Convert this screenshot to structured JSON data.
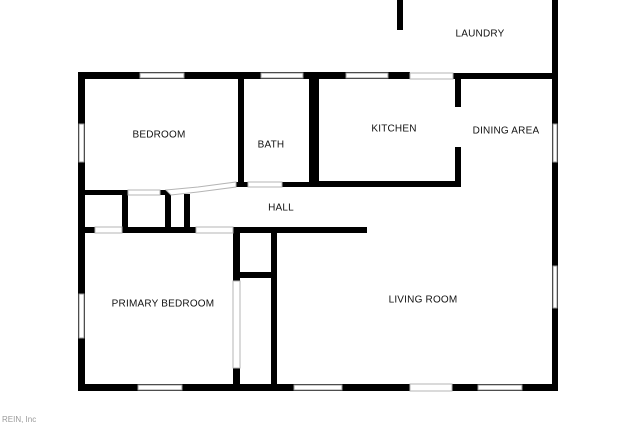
{
  "floor_plan": {
    "rooms": {
      "laundry": "LAUNDRY",
      "bedroom": "BEDROOM",
      "bath": "BATH",
      "kitchen": "KITCHEN",
      "dining_area": "DINING AREA",
      "hall": "HALL",
      "primary_bedroom": "PRIMARY BEDROOM",
      "living_room": "LIVING ROOM"
    },
    "watermark": "REIN, Inc",
    "colors": {
      "wall": "#000000",
      "background": "#ffffff",
      "window": "#9a9a9a"
    }
  }
}
